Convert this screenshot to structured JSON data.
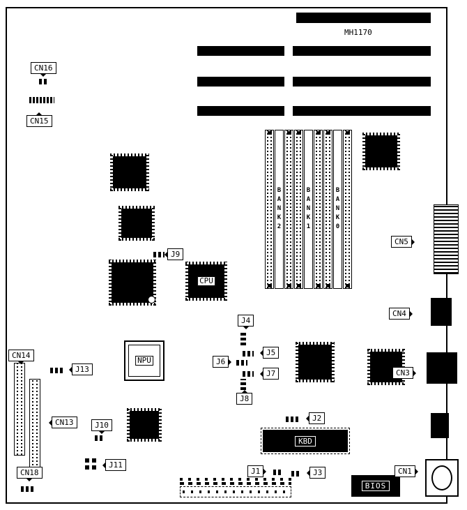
{
  "title": "MH1170",
  "callouts": {
    "cn16": "CN16",
    "cn15": "CN15",
    "j9": "J9",
    "cn5": "CN5",
    "cn4": "CN4",
    "cn3": "CN3",
    "cn1": "CN1",
    "cn14": "CN14",
    "cn13": "CN13",
    "cn18": "CN18",
    "j13": "J13",
    "j10": "J10",
    "j11": "J11",
    "j4": "J4",
    "j5": "J5",
    "j6": "J6",
    "j7": "J7",
    "j8": "J8",
    "j2": "J2",
    "j1": "J1",
    "j3": "J3"
  },
  "chips": {
    "cpu": "CPU",
    "npu": "NPU",
    "kbd": "KBD",
    "bios": "BIOS"
  },
  "banks": {
    "bank2": "BANK2",
    "bank1": "BANK1",
    "bank0": "BANK0"
  }
}
